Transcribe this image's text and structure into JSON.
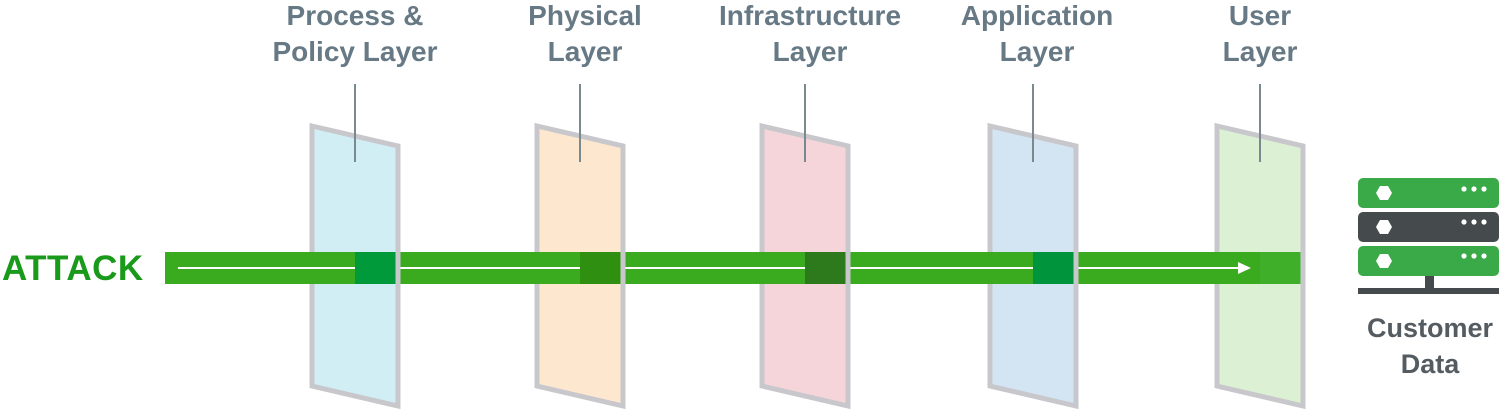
{
  "layers": [
    {
      "line1": "Process &",
      "line2": "Policy Layer",
      "fill": "#d0eef4",
      "overlap": "#009a3b"
    },
    {
      "line1": "Physical",
      "line2": "Layer",
      "fill": "#fde7cf",
      "overlap": "#2f8f10"
    },
    {
      "line1": "Infrastructure",
      "line2": "Layer",
      "fill": "#f6d5da",
      "overlap": "#2d7a1c"
    },
    {
      "line1": "Application",
      "line2": "Layer",
      "fill": "#d3e5f3",
      "overlap": "#00943c"
    },
    {
      "line1": "User",
      "line2": "Layer",
      "fill": "#dcf0d3",
      "overlap": "#3faf2a"
    }
  ],
  "attack": {
    "label": "ATTACK",
    "color": "#3aaa1f"
  },
  "customer": {
    "line1": "Customer",
    "line2": "Data",
    "icon": "server-icon"
  },
  "colors": {
    "label_gray": "#667985",
    "panel_border": "#c8c8cc",
    "server_green": "#3aaa48",
    "server_dark": "#454b4d"
  }
}
